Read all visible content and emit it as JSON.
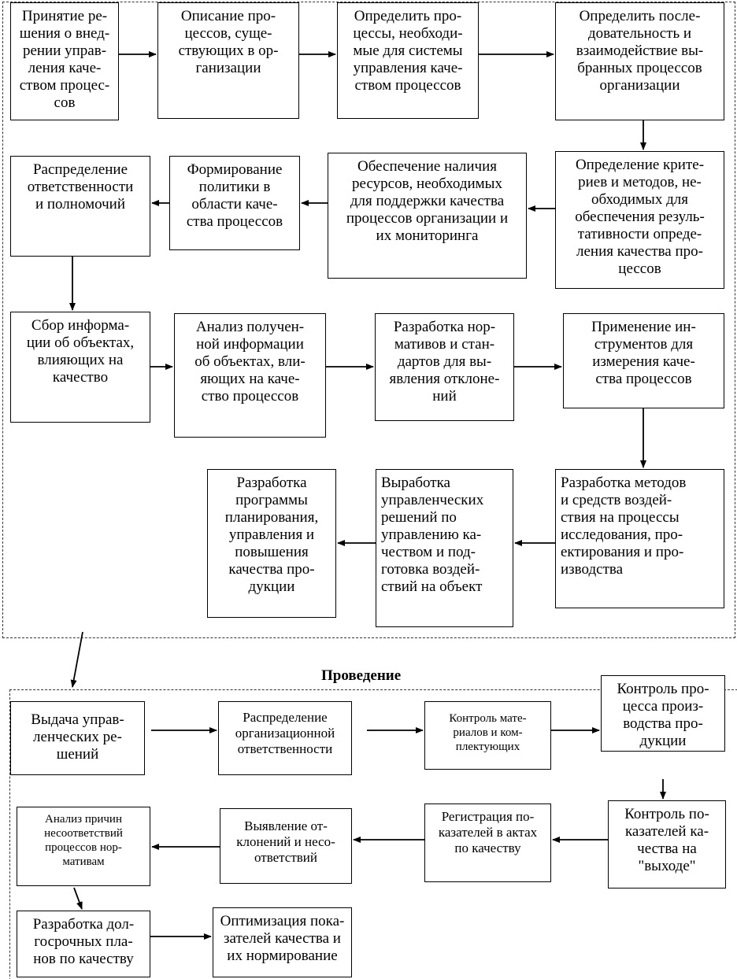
{
  "section_title": "Проведение",
  "planning": {
    "row1": [
      "Принятие ре-\nшения о внед-\nрении управ-\nления каче-\nством процес-\nсов",
      "Описание про-\nцессов, суще-\nствующих в ор-\nганизации",
      "Определить про-\nцессы, необходи-\nмые для системы\nуправления каче-\nством процессов",
      "Определить после-\nдовательность и\nвзаимодействие вы-\nбранных процессов\nорганизации"
    ],
    "row2": [
      "Распределение\nответственности\nи полномочий",
      "Формирование\nполитики в\nобласти каче-\nства процессов",
      "Обеспечение наличия\nресурсов, необходимых\nдля поддержки качества\nпроцессов организации и\nих мониторинга",
      "Определение крите-\nриев и методов, не-\nобходимых для\nобеспечения резуль-\nтативности опреде-\nления качества про-\nцессов"
    ],
    "row3": [
      "Сбор информа-\nции об объектах,\nвлияющих на\nкачество",
      "Анализ получен-\nной информации\nоб объектах, вли-\nяющих на каче-\nство процессов",
      "Разработка нор-\nмативов и стан-\nдартов для вы-\nявления отклоне-\nний",
      "Применение ин-\nструментов для\nизмерения каче-\nства процессов"
    ],
    "row4": [
      "Разработка\nпрограммы\nпланирования,\nуправления и\nповышения\nкачества про-\nдукции",
      "Выработка\nуправленческих\nрешений по\nуправлению ка-\nчеством и под-\nготовка воздей-\nствий на объект",
      "Разработка методов\nи средств воздей-\nствия на процессы\nисследования, про-\nектирования и про-\nизводства"
    ]
  },
  "execution": {
    "row1": [
      "Выдача управ-\nленческих ре-\nшений",
      "Распределение\nорганизационной\nответственности",
      "Контроль мате-\nриалов и ком-\nплектующих",
      "Контроль про-\nцесса произ-\nводства про-\nдукции"
    ],
    "row2": [
      "Анализ причин\nнесоответствий\nпроцессов нор-\nмативам",
      "Выявление от-\nклонений и несо-\nответствий",
      "Регистрация по-\nказателей в актах\nпо качеству",
      "Контроль по-\nказателей ка-\nчества на\n\"выходе\""
    ],
    "row3": [
      "Разработка дол-\nгосрочных пла-\nнов по качеству",
      "Оптимизация пока-\nзателей качества и\nих нормирование"
    ]
  }
}
